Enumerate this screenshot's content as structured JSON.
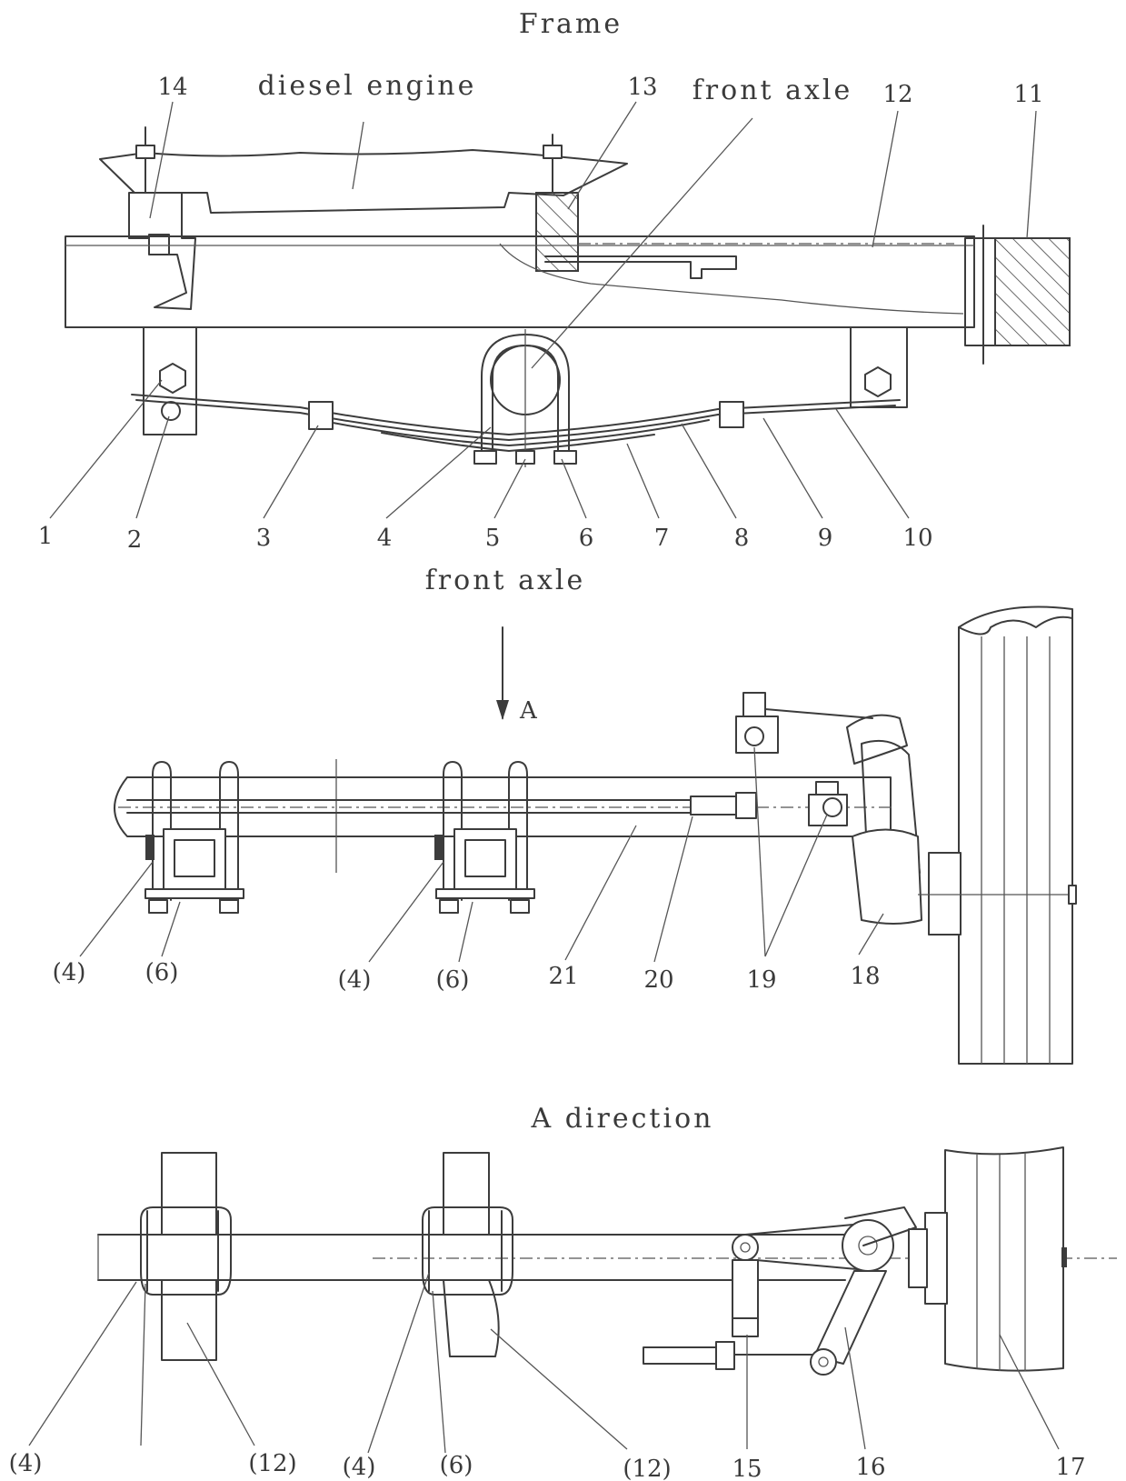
{
  "headings": {
    "frame": "Frame",
    "front_axle": "front axle",
    "a_direction": "A direction"
  },
  "top_view": {
    "diesel_engine": "diesel engine",
    "front_axle": "front axle",
    "callouts": {
      "c1": "1",
      "c2": "2",
      "c3": "3",
      "c4": "4",
      "c5": "5",
      "c6": "6",
      "c7": "7",
      "c8": "8",
      "c9": "9",
      "c10": "10",
      "c11": "11",
      "c12": "12",
      "c13": "13",
      "c14": "14"
    }
  },
  "middle_view": {
    "arrow_label": "A",
    "callouts": {
      "p4a": "(4)",
      "p6a": "(6)",
      "p4b": "(4)",
      "p6b": "(6)",
      "c21": "21",
      "c20": "20",
      "c19": "19",
      "c18": "18"
    }
  },
  "bottom_view": {
    "callouts": {
      "p4a": "(4)",
      "p12a": "(12)",
      "p4b": "(4)",
      "p6b": "(6)",
      "p12b": "(12)",
      "c15": "15",
      "c16": "16",
      "c17": "17"
    }
  }
}
